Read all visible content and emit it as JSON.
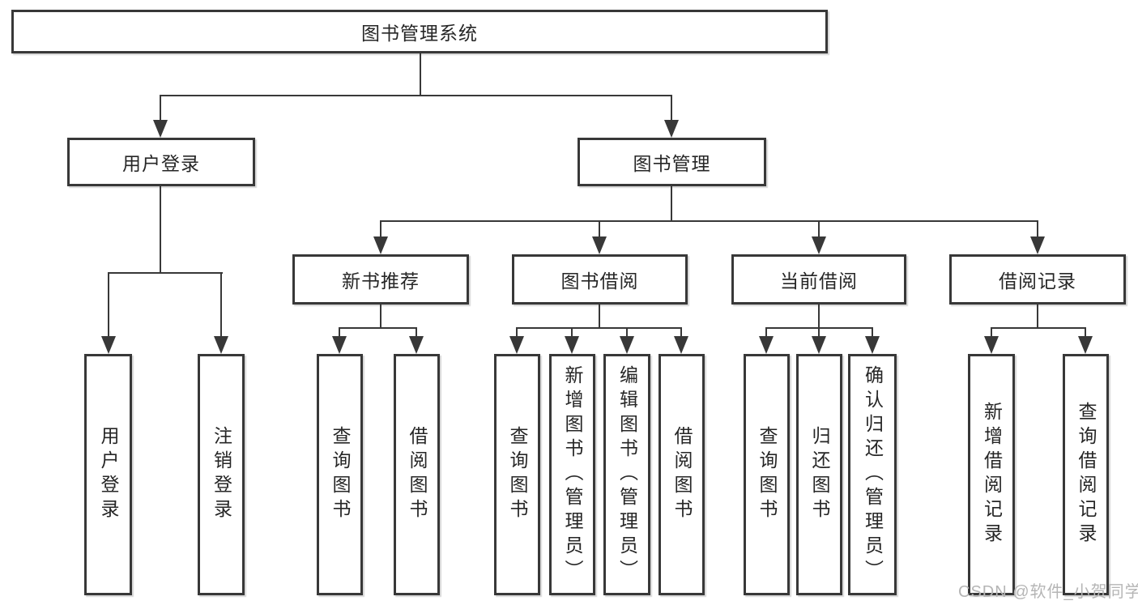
{
  "nodes": {
    "root": "图书管理系统",
    "l2": [
      "用户登录",
      "图书管理"
    ],
    "l3": [
      "新书推荐",
      "图书借阅",
      "当前借阅",
      "借阅记录"
    ],
    "l4_user": [
      "用户登录",
      "注销登录"
    ],
    "l4_newbook": [
      "查询图书",
      "借阅图书"
    ],
    "l4_borrow": [
      "查询图书",
      "新增图书（管理员）",
      "编辑图书（管理员）",
      "借阅图书"
    ],
    "l4_current": [
      "查询图书",
      "归还图书",
      "确认归还（管理员）"
    ],
    "l4_record": [
      "新增借阅记录",
      "查询借阅记录"
    ]
  },
  "watermark": "CSDN @软件_小贺同学",
  "colors": {
    "line": "#383838",
    "text": "#262626",
    "background": "#ffffff",
    "watermark": "#b5b5b5"
  }
}
